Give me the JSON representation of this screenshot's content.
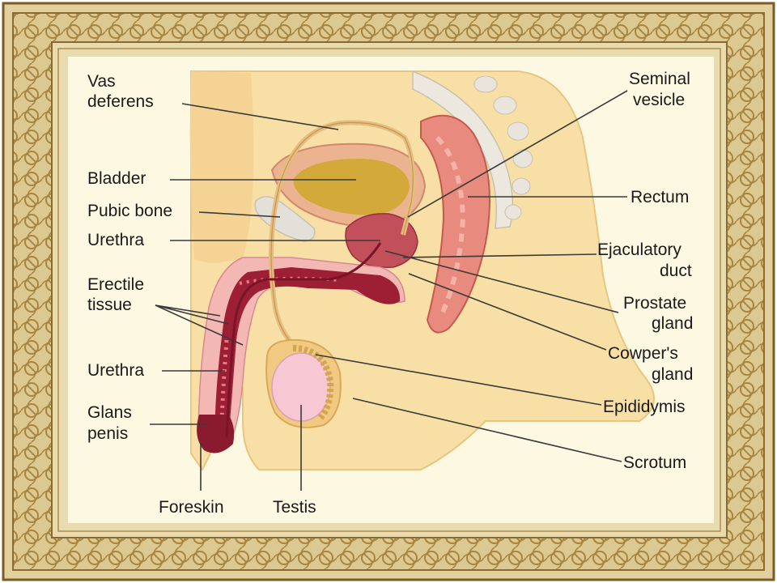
{
  "labels": {
    "vas_deferens": [
      "Vas",
      "deferens"
    ],
    "bladder": "Bladder",
    "pubic_bone": "Pubic bone",
    "urethra_upper": "Urethra",
    "erectile_tissue": [
      "Erectile",
      "tissue"
    ],
    "urethra_lower": "Urethra",
    "glans_penis": [
      "Glans",
      "penis"
    ],
    "foreskin": "Foreskin",
    "testis": "Testis",
    "seminal_vesicle": [
      "Seminal",
      "vesicle"
    ],
    "rectum": "Rectum",
    "ejaculatory_duct": [
      "Ejaculatory",
      "duct"
    ],
    "prostate_gland": [
      "Prostate",
      "gland"
    ],
    "cowpers_gland": [
      "Cowper's",
      "gland"
    ],
    "epididymis": "Epididymis",
    "scrotum": "Scrotum"
  },
  "colors": {
    "frame_outer": "#d9c58e",
    "frame_border": "#8a6a2e",
    "frame_pattern": "#b08d4a",
    "panel": "#fdf8e2",
    "skin": "#f8dfa5",
    "skin_shadow": "#f0cc86",
    "bladder": "#d3a93a",
    "bladder_wall": "#ebb38f",
    "erectile": "#9d1f34",
    "erectile_dots": "#e47a86",
    "spine": "#e9e5dc",
    "rectum": "#e88a7e",
    "testis": "#f7c7d4"
  }
}
